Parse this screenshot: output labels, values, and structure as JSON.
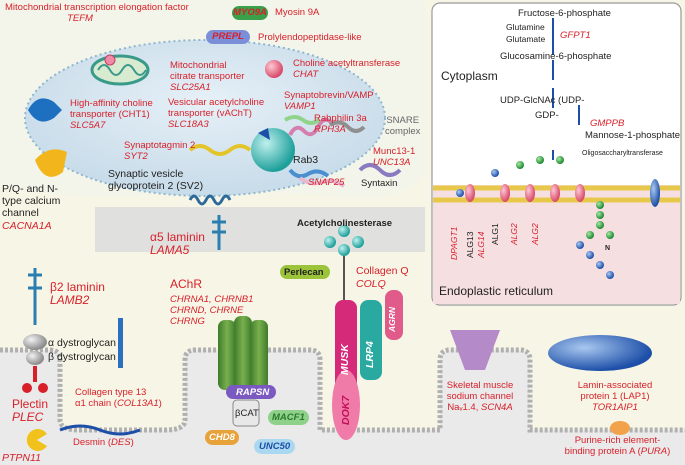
{
  "labels": {
    "tefm_name": "Mitochondrial transcription\nelongation factor",
    "tefm_gene": "TEFM",
    "myo9a_pill": "MYO9A",
    "myo9a_name": "Myosin 9A",
    "prepl_pill": "PREPL",
    "prepl_name": "Prolylendopeptidase-like",
    "slc25a1_name": "Mitochondrial\ncitrate transporter",
    "slc25a1_gene": "SLC25A1",
    "chat_name": "Choline acetyltransferase",
    "chat_gene": "CHAT",
    "cht1_name": "High-affinity choline\ntransporter (CHT1)",
    "cht1_gene": "SLC5A7",
    "vacht_name": "Vesicular acetylcholine\ntransporter (vAChT)",
    "vacht_gene": "SLC18A3",
    "vamp1_name": "Synaptobrevin/VAMP",
    "vamp1_gene": "VAMP1",
    "rph3a_name": "Rabphilin 3a",
    "rph3a_gene": "RPH3A",
    "snare": "SNARE\ncomplex",
    "syt2_name": "Synaptotagmin 2",
    "syt2_gene": "SYT2",
    "rab3": "Rab3",
    "sv2": "Synaptic vesicle\nglycoprotein 2 (SV2)",
    "unc13a_name": "Munc13-1",
    "unc13a_gene": "UNC13A",
    "snap25_gene": "SNAP25",
    "syntaxin": "Syntaxin",
    "cacna1a_name": "P/Q- and N-\ntype calcium\nchannel",
    "cacna1a_gene": "CACNA1A",
    "lama5_name": "α5 laminin",
    "lama5_gene": "LAMA5",
    "ache": "Acetylcholinesterase",
    "perlecan": "Perlecan",
    "colq_name": "Collagen Q",
    "colq_gene": "COLQ",
    "lamb2_name": "β2 laminin",
    "lamb2_gene": "LAMB2",
    "achr_name": "AChR",
    "achr_genes": "CHRNA1, CHRNB1\nCHRND, CHRNE\nCHRNG",
    "musk": "MUSK",
    "lrp4": "LRP4",
    "agrn": "AGRN",
    "dok7": "DOK7",
    "alpha_dg": "α dystroglycan",
    "beta_dg": "β dystroglycan",
    "col13a1_name": "Collagen type 13\nα1 chain (",
    "col13a1_gene": "COL13A1",
    "col13a1_tail": ")",
    "plectin_name": "Plectin",
    "plectin_gene": "PLEC",
    "ptpn11_gene": "PTPN11",
    "desmin_name": "Desmin (",
    "desmin_gene": "DES",
    "desmin_tail": ")",
    "rapsn": "RAPSN",
    "bcat": "βCAT",
    "macf1": "MACF1",
    "chd8": "CHD8",
    "unc50": "UNC50",
    "scn4a_name": "Skeletal muscle\nsodium channel\nNaᵥ1.4, ",
    "scn4a_gene": "SCN4A",
    "lap1_name": "Lamin-associated\nprotein 1 (LAP1)",
    "lap1_gene": "TOR1AIP1",
    "pura_name": "Purine-rich element-\nbinding protein A (",
    "pura_gene": "PURA",
    "pura_tail": ")"
  },
  "glyco": {
    "f6p": "Fructose-6-phosphate",
    "glutamine": "Glutamine",
    "glutamate": "Glutamate",
    "gfpt1": "GFPT1",
    "glcn6p": "Glucosamine-6-phosphate",
    "cytoplasm": "Cytoplasm",
    "udp": "UDP-GlcNAc (UDP-",
    "gdp": "GDP-",
    "gmppb": "GMPPB",
    "man1p": "Mannose-1-phosphate",
    "ost": "Oligosaccharyltransferase",
    "dpagt1": "DPAGT1",
    "alg13": "ALG13",
    "alg14": "ALG14",
    "alg1": "ALG1",
    "alg2a": "ALG2",
    "alg2b": "ALG2",
    "n": "N",
    "er": "Endoplastic reticulum"
  },
  "colors": {
    "gene_red": "#d8202a",
    "vesicle_fill": "#d8e8f2",
    "er_pink": "#f4dcde",
    "membrane_gray": "#bdbdbd",
    "musk_magenta": "#d52a7a",
    "lrp4_teal": "#2aa9a0",
    "agrn_pink": "#e05a8a",
    "achr_green": "#5a8f3a",
    "myo9a_green": "#3aa04a",
    "prepl_blue": "#7b8fd8"
  }
}
